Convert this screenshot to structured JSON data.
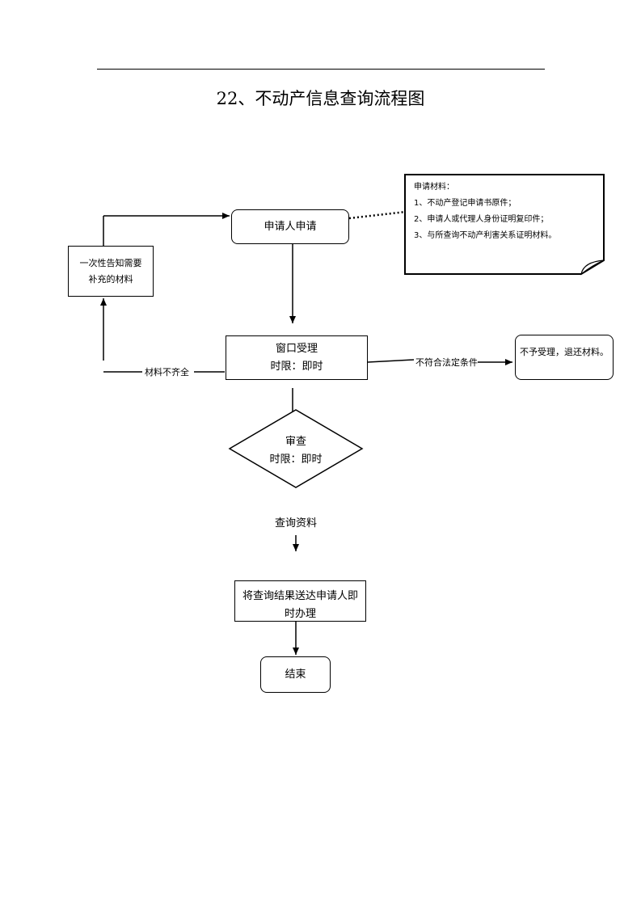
{
  "title": "22、不动产信息查询流程图",
  "nodes": {
    "apply": "申请人申请",
    "notify_line1": "一次性告知需要",
    "notify_line2": "补充的材料",
    "window_line1": "窗口受理",
    "window_line2": "时限：即时",
    "review_line1": "审查",
    "review_line2": "时限：即时",
    "deliver_line1": "将查询结果送达申请人即",
    "deliver_line2": "时办理",
    "end": "结束",
    "reject": "不予受理，退还材料。"
  },
  "materials": {
    "heading": "申请材料：",
    "items": [
      "1、不动产登记申请书原件；",
      "2、申请人或代理人身份证明复印件；",
      "3、与所查询不动产利害关系证明材料。"
    ]
  },
  "edge_labels": {
    "incomplete": "材料不齐全",
    "not_eligible": "不符合法定条件",
    "query": "查询资料"
  }
}
